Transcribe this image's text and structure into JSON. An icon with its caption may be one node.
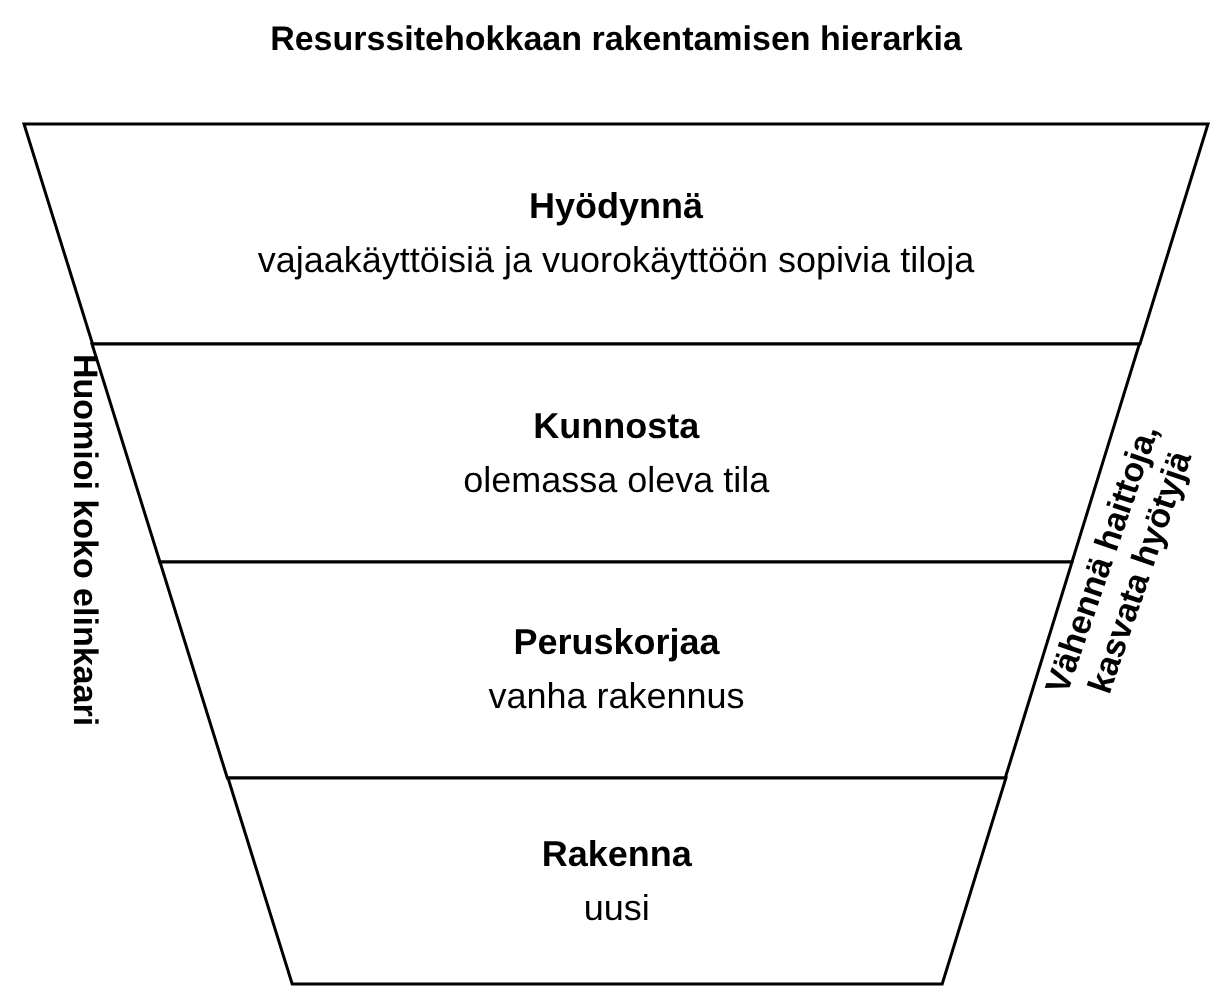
{
  "diagram": {
    "title": "Resurssitehokkaan rakentamisen hierarkia",
    "nodes": [
      {
        "text": [
          "Hyödynnä",
          "vajaakäyttöisiä ja vuorokäyttöön sopivia tiloja"
        ]
      },
      {
        "text": [
          "Kunnosta",
          "olemassa oleva tila"
        ]
      },
      {
        "text": [
          "Peruskorjaa",
          "vanha rakennus"
        ]
      },
      {
        "text": [
          "Rakenna",
          "uusi"
        ]
      }
    ],
    "labels": [
      "Huomioi koko elinkaari",
      "Vähennä haittoja, kasvata hyötyjä"
    ]
  }
}
